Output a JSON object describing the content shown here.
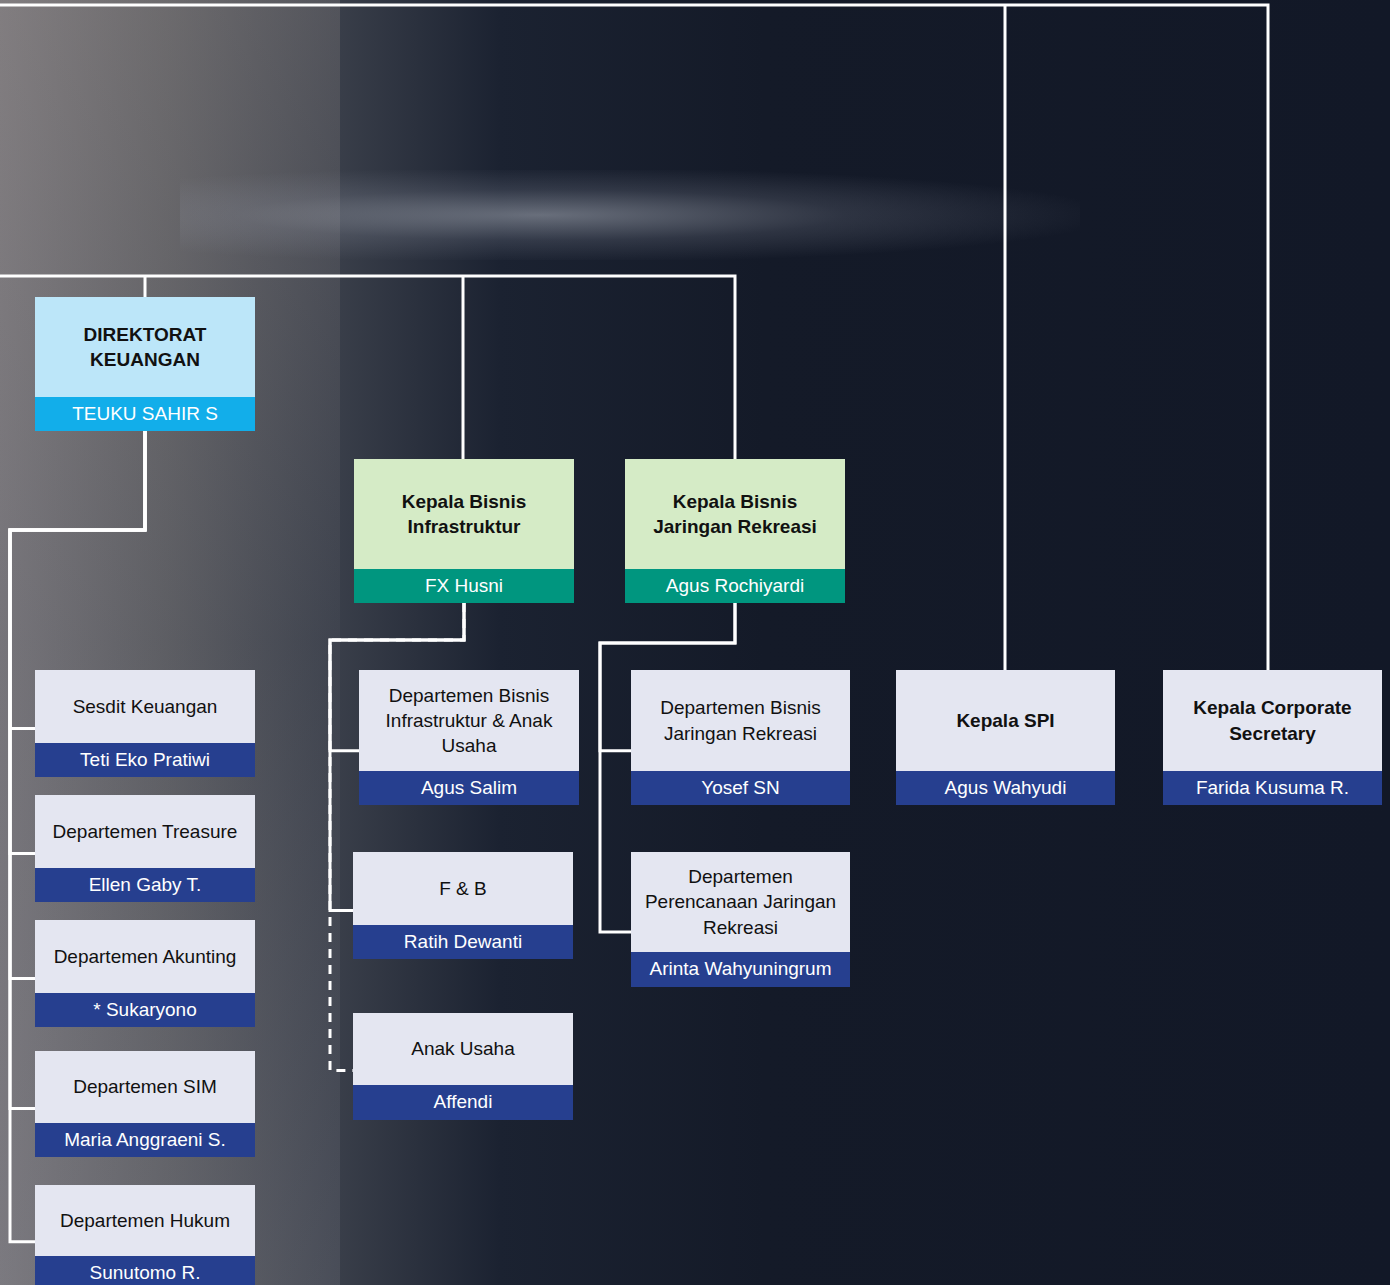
{
  "diagram": {
    "nodes": [
      {
        "text": [
          "DIREKTORAT KEUANGAN",
          "TEUKU SAHIR S"
        ]
      },
      {
        "text": [
          "Kepala Bisnis Infrastruktur",
          "FX Husni"
        ]
      },
      {
        "text": [
          "Kepala Bisnis Jaringan Rekreasi",
          "Agus Rochiyardi"
        ]
      },
      {
        "text": [
          "Sesdit Keuangan",
          "Teti Eko Pratiwi"
        ]
      },
      {
        "text": [
          "Departemen Treasure",
          "Ellen Gaby T."
        ]
      },
      {
        "text": [
          "Departemen Akunting",
          "* Sukaryono"
        ]
      },
      {
        "text": [
          "Departemen SIM",
          "Maria Anggraeni S."
        ]
      },
      {
        "text": [
          "Departemen Hukum",
          "Sunutomo R."
        ]
      },
      {
        "text": [
          "Departemen Bisnis Infrastruktur & Anak Usaha",
          "Agus Salim"
        ]
      },
      {
        "text": [
          "F & B",
          "Ratih Dewanti"
        ]
      },
      {
        "text": [
          "Anak Usaha",
          "Affendi"
        ]
      },
      {
        "text": [
          "Departemen Bisnis Jaringan Rekreasi",
          "Yosef SN"
        ]
      },
      {
        "text": [
          "Departemen Perencanaan Jaringan Rekreasi",
          "Arinta Wahyuningrum"
        ]
      },
      {
        "text": [
          "Kepala SPI",
          "Agus Wahyudi"
        ]
      },
      {
        "text": [
          "Kepala Corporate Secretary",
          "Farida Kusuma R."
        ]
      }
    ],
    "edges": [
      {
        "from": 0,
        "to": 3,
        "arrow": "none"
      },
      {
        "from": 0,
        "to": 4,
        "arrow": "none"
      },
      {
        "from": 0,
        "to": 5,
        "arrow": "none"
      },
      {
        "from": 0,
        "to": 6,
        "arrow": "none"
      },
      {
        "from": 0,
        "to": 7,
        "arrow": "none"
      },
      {
        "from": 1,
        "to": 8,
        "arrow": "none"
      },
      {
        "from": 1,
        "to": 9,
        "arrow": "none"
      },
      {
        "from": 1,
        "to": 10,
        "arrow": "none"
      },
      {
        "from": 2,
        "to": 11,
        "arrow": "none"
      },
      {
        "from": 2,
        "to": 12,
        "arrow": "none"
      }
    ]
  }
}
